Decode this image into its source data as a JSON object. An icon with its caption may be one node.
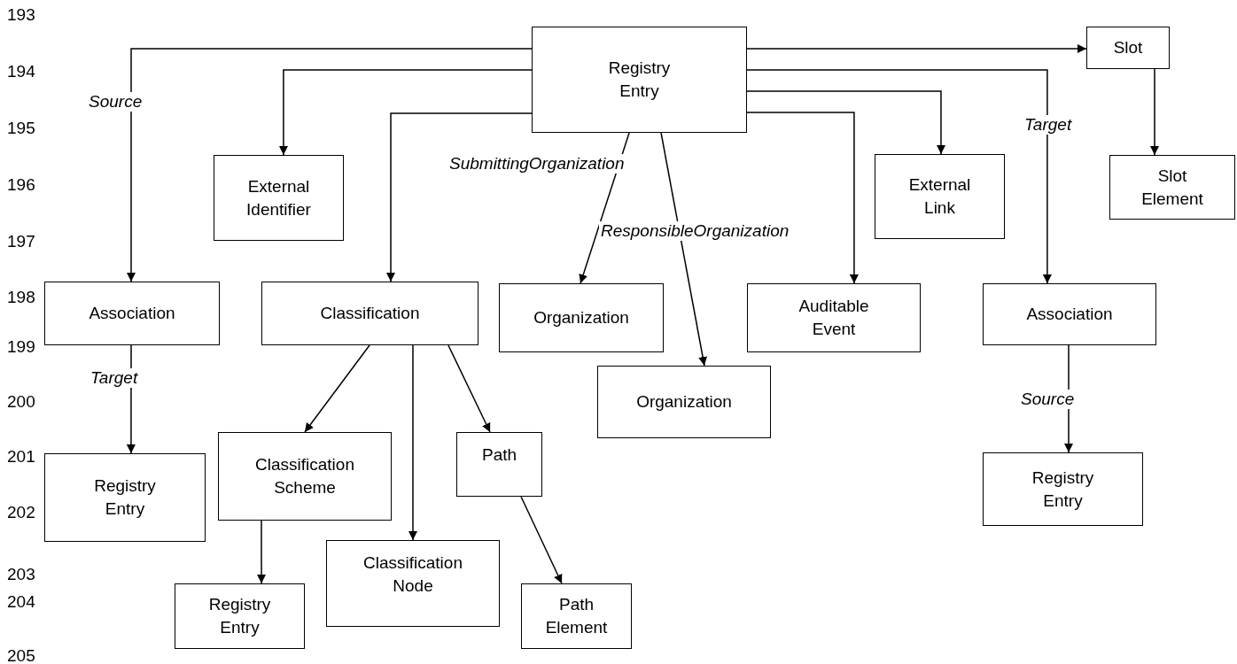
{
  "diagram": {
    "nodes": [
      {
        "text": [
          "Registry Entry"
        ]
      },
      {
        "text": [
          "Slot"
        ]
      },
      {
        "text": [
          "External Identifier"
        ]
      },
      {
        "text": [
          "External Link"
        ]
      },
      {
        "text": [
          "Slot Element"
        ]
      },
      {
        "text": [
          "Association"
        ]
      },
      {
        "text": [
          "Classification"
        ]
      },
      {
        "text": [
          "Organization"
        ]
      },
      {
        "text": [
          "Auditable Event"
        ]
      },
      {
        "text": [
          "Association"
        ]
      },
      {
        "text": [
          "Organization"
        ]
      },
      {
        "text": [
          "Registry Entry"
        ]
      },
      {
        "text": [
          "Classification Scheme"
        ]
      },
      {
        "text": [
          "Path"
        ]
      },
      {
        "text": [
          "Classification Node"
        ]
      },
      {
        "text": [
          "Registry Entry"
        ]
      },
      {
        "text": [
          "Registry Entry"
        ]
      },
      {
        "text": [
          "Path Element"
        ]
      }
    ],
    "edges": [
      {
        "from": 0,
        "to": 5,
        "arrow": "to",
        "label": "Source"
      },
      {
        "from": 0,
        "to": 2,
        "arrow": "to"
      },
      {
        "from": 0,
        "to": 6,
        "arrow": "to"
      },
      {
        "from": 0,
        "to": 7,
        "arrow": "to",
        "label": "SubmittingOrganization"
      },
      {
        "from": 0,
        "to": 10,
        "arrow": "to",
        "label": "ResponsibleOrganization"
      },
      {
        "from": 0,
        "to": 1,
        "arrow": "to"
      },
      {
        "from": 0,
        "to": 9,
        "arrow": "to",
        "label": "Target"
      },
      {
        "from": 0,
        "to": 3,
        "arrow": "to"
      },
      {
        "from": 0,
        "to": 8,
        "arrow": "to"
      },
      {
        "from": 1,
        "to": 4,
        "arrow": "to"
      },
      {
        "from": 5,
        "to": 11,
        "arrow": "to",
        "label": "Target"
      },
      {
        "from": 6,
        "to": 12,
        "arrow": "to"
      },
      {
        "from": 6,
        "to": 14,
        "arrow": "to"
      },
      {
        "from": 6,
        "to": 13,
        "arrow": "to"
      },
      {
        "from": 9,
        "to": 15,
        "arrow": "to",
        "label": "Source"
      },
      {
        "from": 12,
        "to": 16,
        "arrow": "to"
      },
      {
        "from": 13,
        "to": 17,
        "arrow": "to"
      }
    ],
    "labels": [
      "193",
      "194",
      "195",
      "196",
      "197",
      "198",
      "199",
      "200",
      "201",
      "202",
      "203",
      "204",
      "205"
    ]
  }
}
